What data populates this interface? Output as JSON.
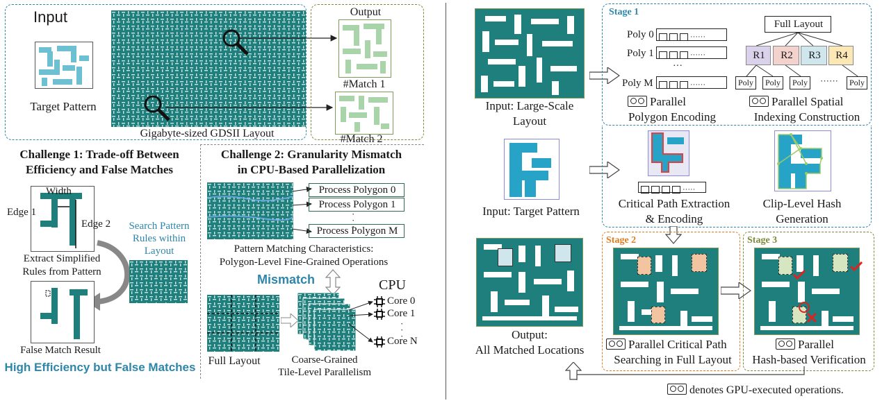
{
  "left": {
    "input_title": "Input",
    "output_title": "Output",
    "target_pattern": "Target Pattern",
    "gigabyte_layout": "Gigabyte-sized GDSII Layout",
    "match1": "#Match 1",
    "match2": "#Match 2",
    "challenge1_line1": "Challenge 1: Trade-off Between",
    "challenge1_line2": "Efficiency and False Matches",
    "width": "Width",
    "edge1": "Edge 1",
    "edge2": "Edge 2",
    "extract_line1": "Extract Simplified",
    "extract_line2": "Rules from Pattern",
    "search_line1": "Search Pattern",
    "search_line2": "Rules within",
    "search_line3": "Layout",
    "false_match": "False Match Result",
    "high_eff": "High Efficiency but False Matches",
    "challenge2_line1": "Challenge 2: Granularity Mismatch",
    "challenge2_line2": "in CPU-Based Parallelization",
    "process0": "Process Polygon 0",
    "process1": "Process Polygon 1",
    "processM": "Process Polygon M",
    "pm_char_line1": "Pattern Matching Characteristics:",
    "pm_char_line2": "Polygon-Level Fine-Grained Operations",
    "mismatch": "Mismatch",
    "cpu": "CPU",
    "core0": "Core 0",
    "core1": "Core 1",
    "coreN": "Core N",
    "full_layout": "Full Layout",
    "coarse_line1": "Coarse-Grained",
    "coarse_line2": "Tile-Level Parallelism"
  },
  "right": {
    "input_large_line1": "Input: Large-Scale",
    "input_large_line2": "Layout",
    "stage1": "Stage 1",
    "poly0": "Poly 0",
    "poly1": "Poly 1",
    "polyM": "Poly M",
    "full_layout": "Full Layout",
    "r1": "R1",
    "r2": "R2",
    "r3": "R3",
    "r4": "R4",
    "poly_leaf": "Poly",
    "parallel_poly_line1": "Parallel",
    "parallel_poly_line2": "Polygon Encoding",
    "parallel_spatial_line1": "Parallel Spatial",
    "parallel_spatial_line2": "Indexing Construction",
    "input_target": "Input: Target Pattern",
    "critical_line1": "Critical Path Extraction",
    "critical_line2": "& Encoding",
    "clip_line1": "Clip-Level Hash",
    "clip_line2": "Generation",
    "stage2": "Stage 2",
    "stage3": "Stage 3",
    "output_line1": "Output:",
    "output_line2": "All Matched Locations",
    "parallel_crit_line1": "Parallel Critical Path",
    "parallel_crit_line2": "Searching in Full Layout",
    "parallel_hash_line1": "Parallel",
    "parallel_hash_line2": "Hash-based Verification",
    "gpu_note": "denotes GPU-executed operations."
  },
  "colors": {
    "teal": "#1e7f7c",
    "pattern_blue": "#27a3c7",
    "stage1_border": "#2e86ab",
    "stage2_border": "#e07b20",
    "stage3_border": "#7a8a3a",
    "mismatch_blue": "#2e86ab",
    "r1_fill": "#d9d2ea",
    "r2_fill": "#f3d1cc",
    "r3_fill": "#cfe6ec",
    "r4_fill": "#fbe8b5"
  }
}
